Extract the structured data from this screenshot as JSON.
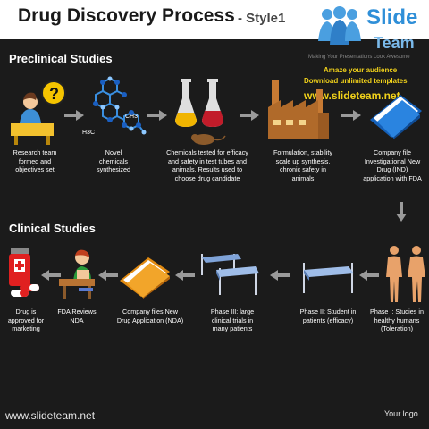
{
  "header": {
    "title": "Drug Discovery Process",
    "subtitle": "- Style1",
    "logo": {
      "word_top": "Slide",
      "word_bottom": "Team",
      "tagline": "Making Your Presentations Look Awesome"
    }
  },
  "promo": {
    "line1": "Amaze your audience",
    "line2": "Download unlimited templates",
    "url": "www.slideteam.net"
  },
  "preclinical": {
    "title": "Preclinical Studies",
    "steps": [
      {
        "icon": "research-team-icon",
        "caption": [
          "Research team",
          "formed and",
          "objectives set"
        ]
      },
      {
        "icon": "chemical-structure-icon",
        "caption": [
          "Novel",
          "chemicals",
          "synthesized"
        ]
      },
      {
        "icon": "test-tubes-rat-icon",
        "caption": [
          "Chemicals tested for efficacy",
          "and safety in test tubes and",
          "animals. Results used to",
          "choose drug candidate"
        ]
      },
      {
        "icon": "factory-icon",
        "caption": [
          "Formulation, stability",
          "scale up synthesis,",
          "chronic safety in",
          "animals"
        ]
      },
      {
        "icon": "ind-file-icon",
        "caption": [
          "Company file",
          "Investigational New",
          "Drug (IND)",
          "application with FDA"
        ]
      }
    ],
    "formula_labels": {
      "ch3": "CH3",
      "h3c": "H3C"
    }
  },
  "clinical": {
    "title": "Clinical Studies",
    "steps": [
      {
        "icon": "medicine-icon",
        "caption": [
          "Drug is",
          "approved for",
          "marketing"
        ]
      },
      {
        "icon": "fda-reviewer-icon",
        "caption": [
          "FDA Reviews",
          "NDA"
        ]
      },
      {
        "icon": "nda-file-icon",
        "caption": [
          "Company files New",
          "Drug Application (NDA)"
        ]
      },
      {
        "icon": "hospital-beds-many-icon",
        "caption": [
          "Phase III: large",
          "clinical trials in",
          "many patients"
        ]
      },
      {
        "icon": "hospital-bed-icon",
        "caption": [
          "Phase II: Student in",
          "patients (efficacy)"
        ]
      },
      {
        "icon": "healthy-humans-icon",
        "caption": [
          "Phase I: Studies in",
          "healthy humans",
          "(Toleration)"
        ]
      }
    ]
  },
  "footer": {
    "url": "www.slideteam.net",
    "logo_placeholder": "Your logo"
  },
  "colors": {
    "background": "#1b1b1b",
    "promo": "#f2d21a",
    "logo_blue": "#2f8fd8",
    "arrow": "#9a9a9a"
  }
}
